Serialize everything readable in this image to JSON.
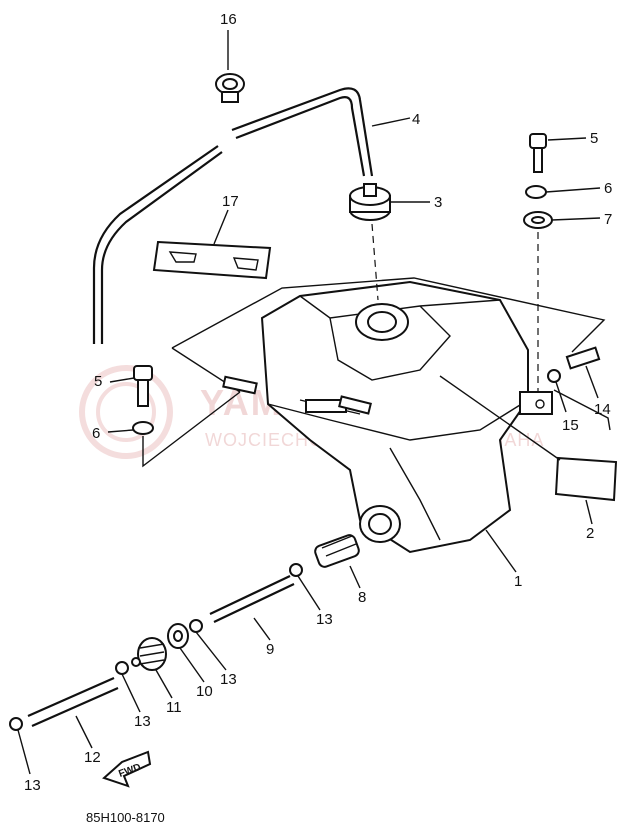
{
  "diagram": {
    "code": "85H100-8170",
    "fwd_label": "FWD",
    "watermark": {
      "brand": "YAMA-SKLEP.PL",
      "sub": "WOJCIECHOWICZ DEALER YAMAHA"
    }
  },
  "callouts": [
    {
      "id": "16",
      "text": "16"
    },
    {
      "id": "4",
      "text": "4"
    },
    {
      "id": "5a",
      "text": "5"
    },
    {
      "id": "6a",
      "text": "6"
    },
    {
      "id": "3",
      "text": "3"
    },
    {
      "id": "7",
      "text": "7"
    },
    {
      "id": "17",
      "text": "17"
    },
    {
      "id": "5b",
      "text": "5"
    },
    {
      "id": "6b",
      "text": "6"
    },
    {
      "id": "14",
      "text": "14"
    },
    {
      "id": "15",
      "text": "15"
    },
    {
      "id": "2",
      "text": "2"
    },
    {
      "id": "1",
      "text": "1"
    },
    {
      "id": "8",
      "text": "8"
    },
    {
      "id": "13a",
      "text": "13"
    },
    {
      "id": "9",
      "text": "9"
    },
    {
      "id": "13b",
      "text": "13"
    },
    {
      "id": "10",
      "text": "10"
    },
    {
      "id": "11",
      "text": "11"
    },
    {
      "id": "13c",
      "text": "13"
    },
    {
      "id": "12",
      "text": "12"
    },
    {
      "id": "13d",
      "text": "13"
    }
  ]
}
